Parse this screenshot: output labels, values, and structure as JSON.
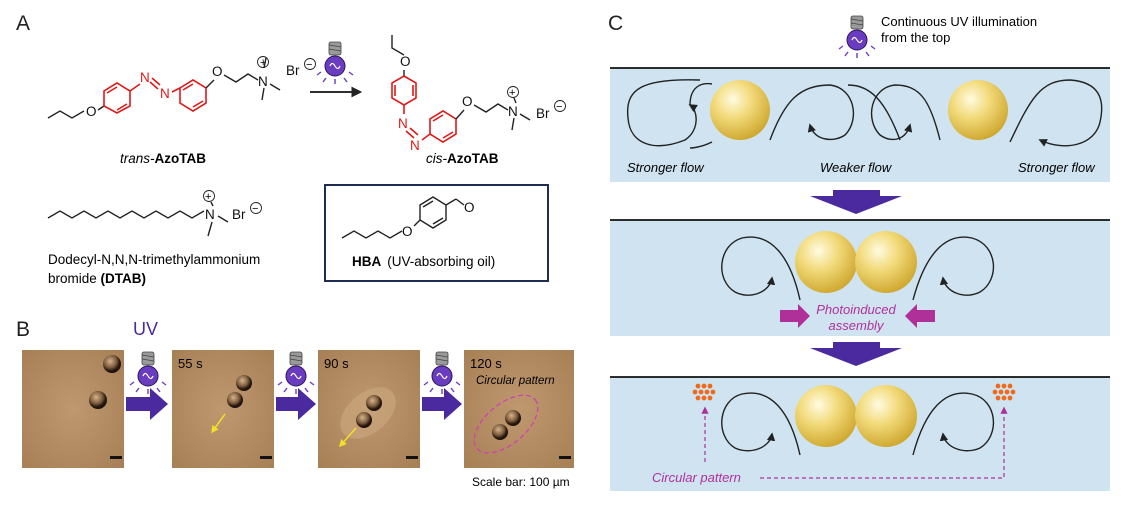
{
  "panel_labels": {
    "a": "A",
    "b": "B",
    "c": "C"
  },
  "panel_a": {
    "trans_prefix": "trans-",
    "trans_name": "AzoTAB",
    "cis_prefix": "cis-",
    "cis_name": "AzoTAB",
    "br_label": "Br",
    "n_label": "N",
    "o_label": "O",
    "plus": "+",
    "minus": "−",
    "dtab_line1": "Dodecyl-N,N,N-trimethylammonium",
    "dtab_line2_plain": "bromide ",
    "dtab_line2_bold": "(DTAB)",
    "hba_bold": "HBA",
    "hba_rest": "(UV-absorbing oil)"
  },
  "panel_b": {
    "uv_label": "UV",
    "frames": [
      {
        "time": ""
      },
      {
        "time": "55 s"
      },
      {
        "time": "90 s"
      },
      {
        "time": "120 s",
        "note": "Circular pattern"
      }
    ],
    "scale_bar": "Scale bar: 100 µm"
  },
  "panel_c": {
    "uv_line1": "Continuous UV illumination",
    "uv_line2": "from the top",
    "flow_left": "Stronger flow",
    "flow_mid": "Weaker flow",
    "flow_right": "Stronger flow",
    "assembly_line1": "Photoinduced",
    "assembly_line2": "assembly",
    "circular": "Circular pattern"
  },
  "colors": {
    "water": "#cfe4f0",
    "sphere": "#f0d878",
    "arrow_purple": "#4a2a9e",
    "magenta": "#b0309a",
    "orange_dots": "#f06a1e",
    "azo_red": "#e01818",
    "micrograph": "#b48a5c"
  },
  "icons": [
    "bulb-icon",
    "flow-arrow-icon",
    "down-arrow-icon"
  ]
}
